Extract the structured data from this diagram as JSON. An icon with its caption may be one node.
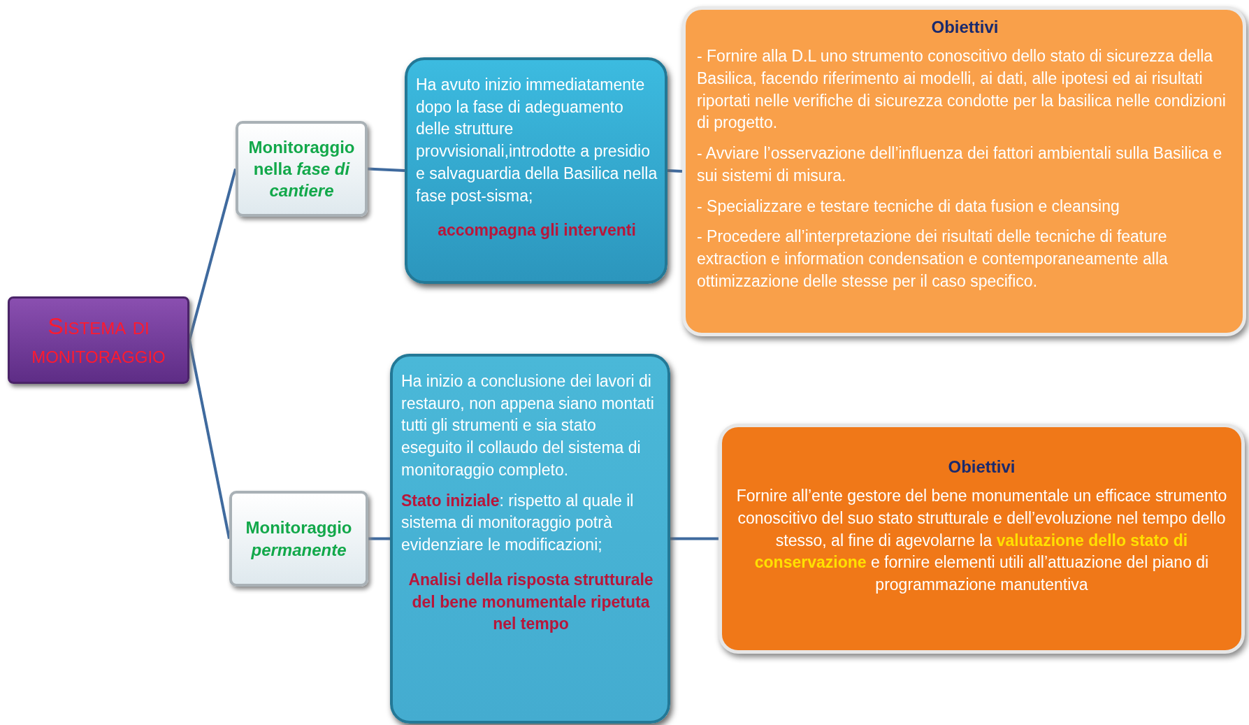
{
  "diagram": {
    "nodes": [
      {
        "text": [
          "Sistema di monitoraggio"
        ]
      },
      {
        "text": [
          "Monitoraggio nella *fase di cantiere*"
        ]
      },
      {
        "text": [
          "Ha avuto inizio immediatamente dopo la fase di adeguamento delle strutture provvisionali,introdotte a presidio e salvaguardia della Basilica nella fase post-sisma;",
          "accompagna gli interventi"
        ]
      },
      {
        "text": [
          "Obiettivi",
          "- Fornire alla D.L uno strumento conoscitivo dello stato di sicurezza della Basilica, facendo riferimento ai modelli, ai dati, alle ipotesi ed ai risultati riportati nelle verifiche di sicurezza condotte per la basilica nelle condizioni di progetto.",
          "- Avviare l’osservazione dell’influenza dei fattori ambientali sulla Basilica e sui sistemi di misura.",
          "- Specializzare e testare tecniche di data fusion e cleansing",
          "- Procedere all’interpretazione dei risultati delle tecniche di feature extraction e information condensation e contemporaneamente alla ottimizzazione delle stesse per il caso specifico."
        ]
      },
      {
        "text": [
          "Monitoraggio *permanente*"
        ]
      },
      {
        "text": [
          "Ha inizio a conclusione dei lavori di restauro, non appena siano montati tutti gli strumenti e sia stato eseguito il collaudo del sistema di monitoraggio completo.",
          "**Stato iniziale**: rispetto al quale il sistema di monitoraggio potrà evidenziare le modificazioni;",
          "Analisi della risposta strutturale del bene monumentale ripetuta nel tempo"
        ]
      },
      {
        "text": [
          "Obiettivi",
          "Fornire all’ente gestore del bene monumentale un efficace strumento conoscitivo del suo stato strutturale e dell’evoluzione nel tempo dello stesso, al fine di agevolarne la **valutazione dello stato di conservazione** e fornire elementi utili all’attuazione del piano di programmazione manutentiva"
        ]
      }
    ],
    "edges": [
      {
        "from": 0,
        "to": 1,
        "arrow": "none"
      },
      {
        "from": 0,
        "to": 4,
        "arrow": "none"
      },
      {
        "from": 1,
        "to": 2,
        "arrow": "none"
      },
      {
        "from": 2,
        "to": 3,
        "arrow": "none"
      },
      {
        "from": 4,
        "to": 5,
        "arrow": "none"
      },
      {
        "from": 5,
        "to": 6,
        "arrow": "none"
      }
    ]
  }
}
